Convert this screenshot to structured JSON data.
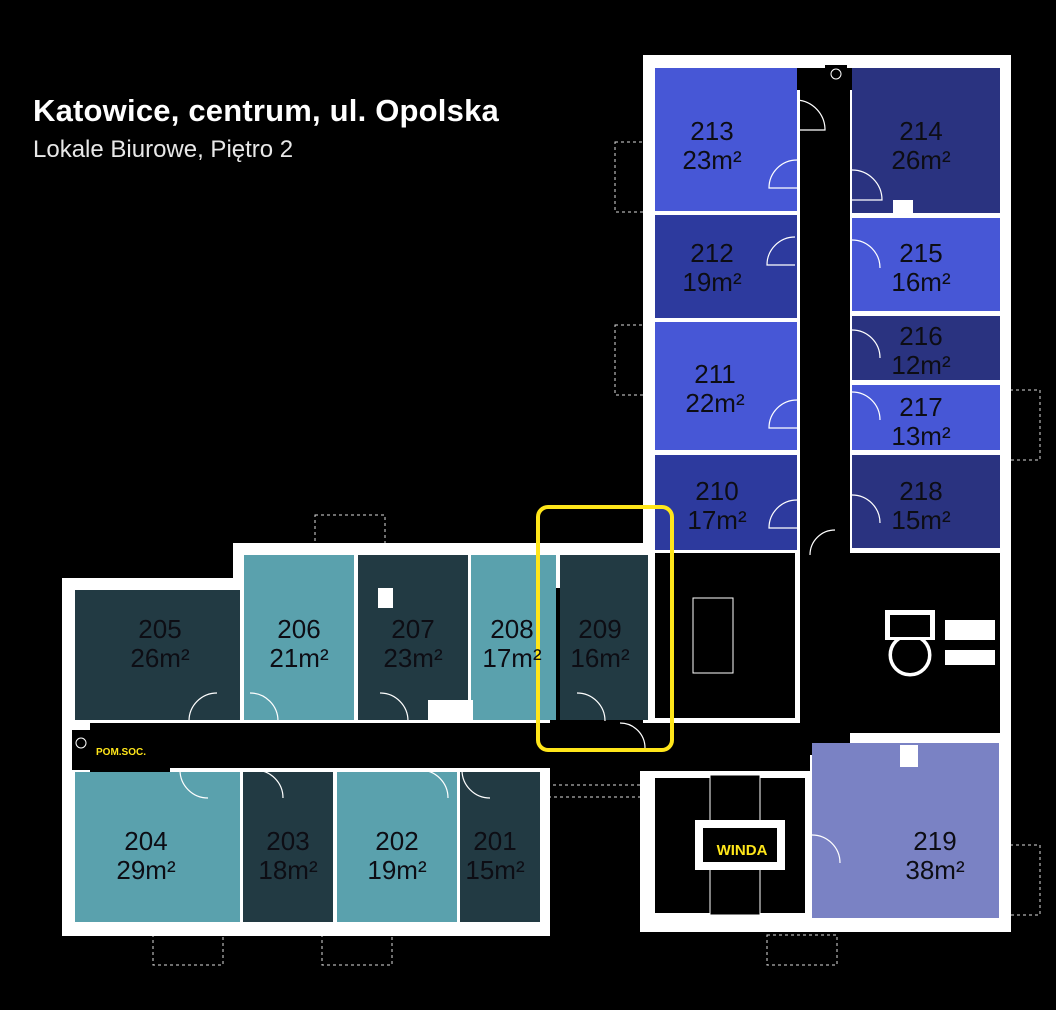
{
  "header": {
    "title": "Katowice, centrum, ul. Opolska",
    "subtitle": "Lokale Biurowe, Piętro 2"
  },
  "rooms": [
    {
      "id": "213",
      "area": "23m²",
      "color": "#4757d6"
    },
    {
      "id": "212",
      "area": "19m²",
      "color": "#2d3a9e"
    },
    {
      "id": "211",
      "area": "22m²",
      "color": "#4757d6"
    },
    {
      "id": "210",
      "area": "17m²",
      "color": "#2d3a9e"
    },
    {
      "id": "214",
      "area": "26m²",
      "color": "#2a3380"
    },
    {
      "id": "215",
      "area": "16m²",
      "color": "#4757d6"
    },
    {
      "id": "216",
      "area": "12m²",
      "color": "#2a3380"
    },
    {
      "id": "217",
      "area": "13m²",
      "color": "#4757d6"
    },
    {
      "id": "218",
      "area": "15m²",
      "color": "#2a3380"
    },
    {
      "id": "205",
      "area": "26m²",
      "color": "#223a43"
    },
    {
      "id": "206",
      "area": "21m²",
      "color": "#5aa1ad"
    },
    {
      "id": "207",
      "area": "23m²",
      "color": "#223a43"
    },
    {
      "id": "208",
      "area": "17m²",
      "color": "#5aa1ad"
    },
    {
      "id": "209",
      "area": "16m²",
      "color": "#223a43"
    },
    {
      "id": "204",
      "area": "29m²",
      "color": "#5aa1ad"
    },
    {
      "id": "203",
      "area": "18m²",
      "color": "#223a43"
    },
    {
      "id": "202",
      "area": "19m²",
      "color": "#5aa1ad"
    },
    {
      "id": "201",
      "area": "15m²",
      "color": "#223a43"
    },
    {
      "id": "219",
      "area": "38m²",
      "color": "#7a82c4"
    }
  ],
  "labels": {
    "social_room": "POM.SOC.",
    "elevator": "WINDA"
  },
  "highlight": {
    "room": "209",
    "color": "#ffe61a"
  },
  "colors": {
    "background": "#000000",
    "wall": "#ffffff"
  }
}
